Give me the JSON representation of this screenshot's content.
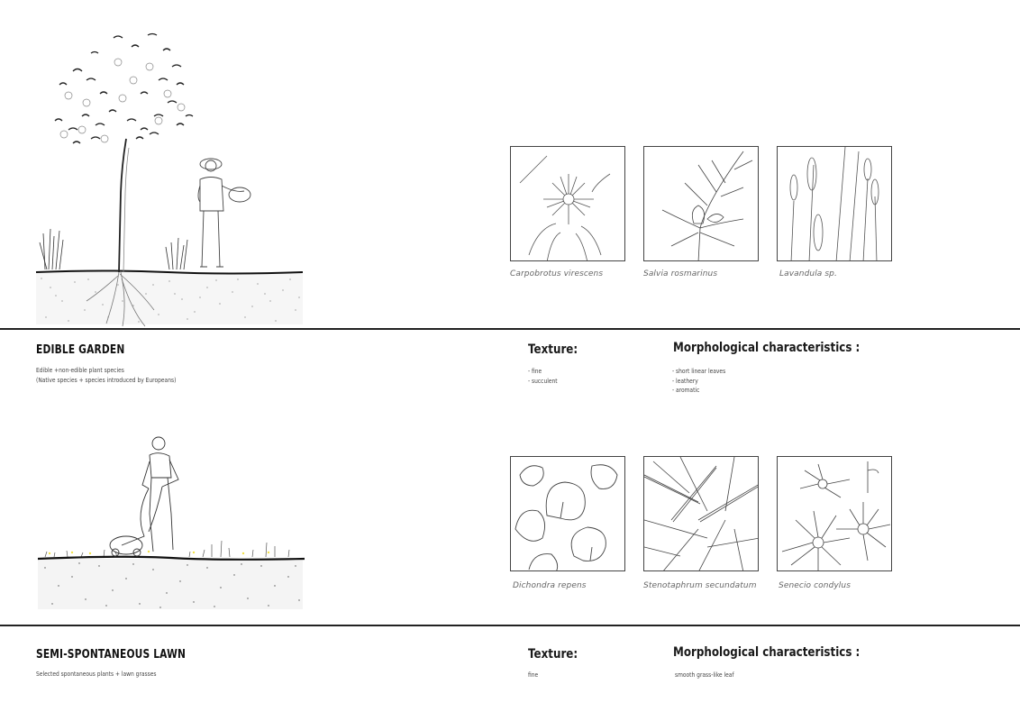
{
  "sections": [
    {
      "title": "EDIBLE GARDEN",
      "description": [
        "Edible +non-edible plant species",
        "(Native species + species introduced by Europeans)"
      ],
      "texture_heading": "Texture:",
      "texture_items": [
        "- fine",
        "- succulent"
      ],
      "morph_heading": "Morphological characteristics :",
      "morph_items": [
        "- short linear leaves",
        "- leathery",
        "- aromatic"
      ],
      "plants": [
        {
          "name": "Carpobrotus virescens"
        },
        {
          "name": "Salvia rosmarinus"
        },
        {
          "name": "Lavandula sp."
        }
      ]
    },
    {
      "title": "SEMI-SPONTANEOUS LAWN",
      "description": [
        "Selected spontaneous plants + lawn grasses"
      ],
      "texture_heading": "Texture:",
      "texture_items": [
        "fine"
      ],
      "morph_heading": "Morphological characteristics :",
      "morph_items": [
        "smooth grass-like leaf"
      ],
      "plants": [
        {
          "name": "Dichondra repens"
        },
        {
          "name": "Stenotaphrum secundatum"
        },
        {
          "name": "Senecio condylus"
        }
      ]
    }
  ],
  "colors": {
    "line": "#222222",
    "caption": "#666666",
    "accent_flowers": "#f2e14a"
  }
}
